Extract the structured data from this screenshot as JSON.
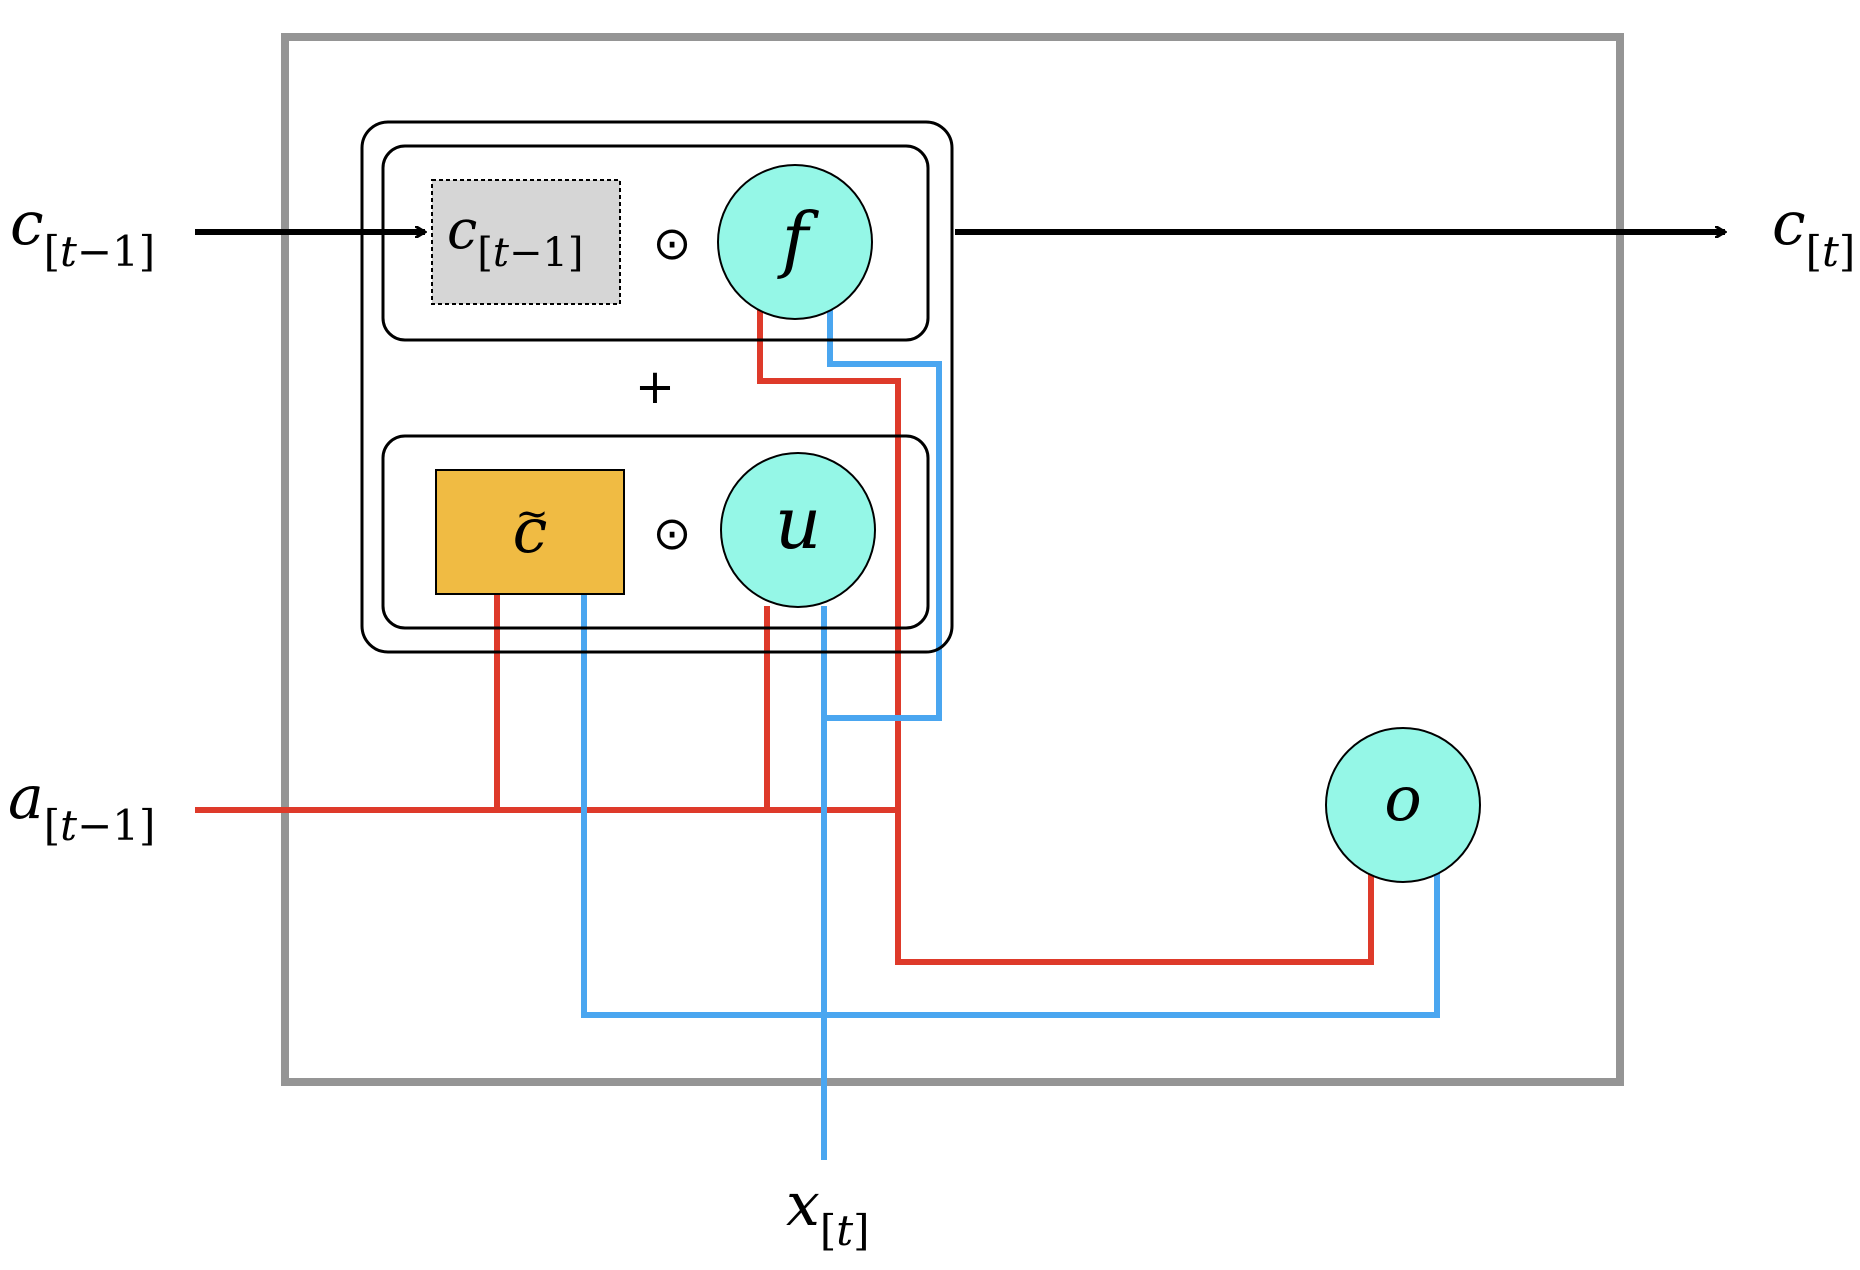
{
  "diagram": {
    "inputs": {
      "c_prev": {
        "base": "c",
        "sub_open": "[",
        "sub_var": "t",
        "sub_rest": "−1]"
      },
      "a_prev": {
        "base": "a",
        "sub_open": "[",
        "sub_var": "t",
        "sub_rest": "−1]"
      },
      "x_t": {
        "base": "x",
        "sub_open": "[",
        "sub_var": "t",
        "sub_rest": "]"
      }
    },
    "outputs": {
      "c_t": {
        "base": "c",
        "sub_open": "[",
        "sub_var": "t",
        "sub_rest": "]"
      }
    },
    "inner": {
      "c_prev_box": {
        "base": "c",
        "sub_open": "[",
        "sub_var": "t",
        "sub_rest": "−1]"
      },
      "c_tilde": "c",
      "c_tilde_accent": "~"
    },
    "gates": {
      "forget": "f",
      "update": "u",
      "output": "o"
    },
    "operators": {
      "hadamard_top": "⊙",
      "hadamard_bottom": "⊙",
      "plus": "+"
    },
    "colors": {
      "gate_fill": "#95f7e7",
      "candidate_fill": "#f0bb43",
      "prev_box_fill": "#d6d6d6",
      "red_wire": "#de3a2a",
      "blue_wire": "#4aa6f0",
      "frame": "#959595"
    }
  }
}
